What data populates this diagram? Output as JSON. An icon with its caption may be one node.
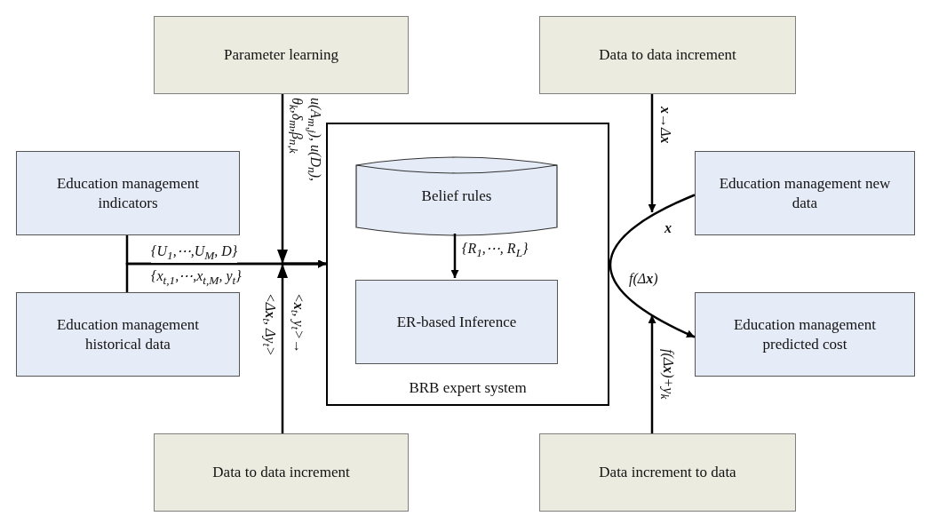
{
  "diagram": {
    "nodes": [
      {
        "text": [
          "Parameter learning"
        ]
      },
      {
        "text": [
          "Data to data increment"
        ]
      },
      {
        "text": [
          "Education management indicators"
        ]
      },
      {
        "text": [
          "BRB expert system"
        ]
      },
      {
        "text": [
          "Belief rules"
        ],
        "in": 3
      },
      {
        "text": [
          "ER-based Inference"
        ],
        "in": 3
      },
      {
        "text": [
          "Education management new data"
        ]
      },
      {
        "text": [
          "Education management historical data"
        ]
      },
      {
        "text": [
          "Education management predicted cost"
        ]
      },
      {
        "text": [
          "Data to data increment"
        ]
      },
      {
        "text": [
          "Data increment to data"
        ]
      }
    ],
    "edges": [
      {
        "from": 0,
        "to": 3,
        "arrow": "to",
        "label": "u(A$_{m,j}$), u(D$_{n}$), θ$_{k}$,δ$_{m}$,β$_{n,k}$"
      },
      {
        "from": 2,
        "to": 3,
        "arrow": "to",
        "label": "{U$_{1}$,⋯,U$_{M}$, D}"
      },
      {
        "from": 7,
        "to": 3,
        "arrow": "to",
        "label": "{x$_{t,1}$,⋯,x$_{t,M}$, y$_{t}$}"
      },
      {
        "from": 9,
        "to": 3,
        "arrow": "to",
        "label": "<**x**$_{t}$, y$_{t}$>→"
      },
      {
        "from": 4,
        "to": 5,
        "arrow": "to",
        "label": "{R$_{1}$,⋯, R$_{L}$}"
      },
      {
        "from": 6,
        "to": 8,
        "arrow": "to",
        "label": "f(Δ**x**)"
      },
      {
        "from": 1,
        "to": null,
        "arrow": "to",
        "label": "**x**→Δ**x**"
      },
      {
        "from": 10,
        "to": null,
        "arrow": "to",
        "label": "f(Δ**x**)+y$_{k}$"
      }
    ],
    "labels": [
      "<Δ**x**$_{t}$, Δy$_{t}$>",
      "**x**"
    ]
  }
}
